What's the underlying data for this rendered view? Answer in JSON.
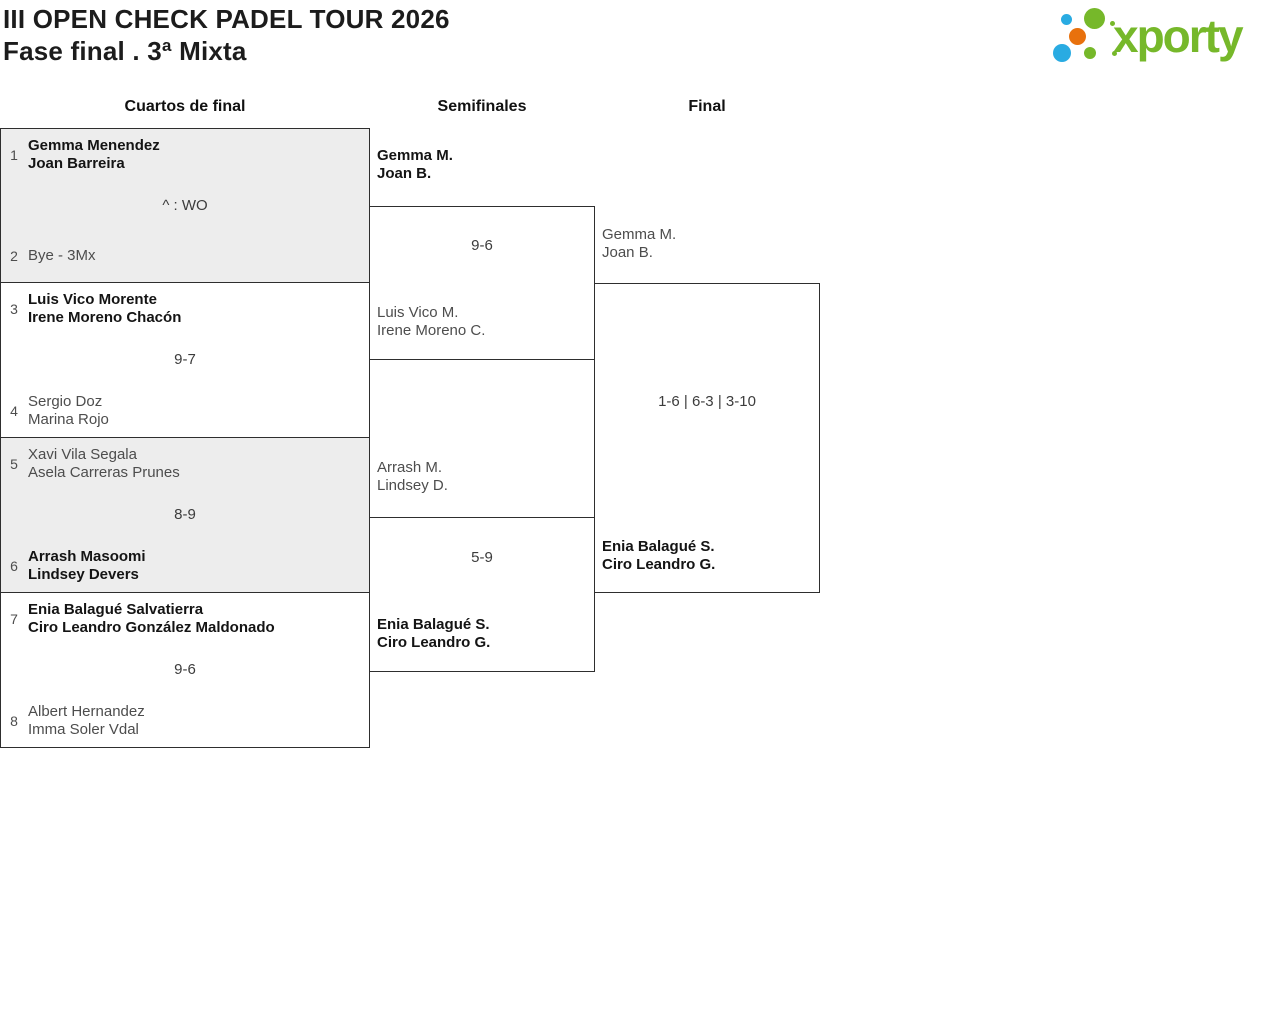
{
  "header": {
    "title": "III OPEN CHECK PADEL TOUR 2026",
    "subtitle": "Fase final . 3ª Mixta",
    "logo": {
      "text": "xporty",
      "colors": {
        "green": "#76b82a",
        "blue": "#29abe2",
        "orange": "#e8710d"
      }
    }
  },
  "bracket": {
    "rounds": [
      {
        "title": "Cuartos de final",
        "matches": [
          {
            "seed_top": "1",
            "team_top": [
              "Gemma Menendez",
              "Joan Barreira"
            ],
            "score": "^ : WO",
            "seed_bottom": "2",
            "team_bottom": [
              "Bye - 3Mx"
            ],
            "winner": "top"
          },
          {
            "seed_top": "3",
            "team_top": [
              "Luis Vico Morente",
              "Irene Moreno Chacón"
            ],
            "score": "9-7",
            "seed_bottom": "4",
            "team_bottom": [
              "Sergio Doz",
              "Marina Rojo"
            ],
            "winner": "top"
          },
          {
            "seed_top": "5",
            "team_top": [
              "Xavi Vila Segala",
              "Asela Carreras Prunes"
            ],
            "score": "8-9",
            "seed_bottom": "6",
            "team_bottom": [
              "Arrash Masoomi",
              "Lindsey Devers"
            ],
            "winner": "bottom"
          },
          {
            "seed_top": "7",
            "team_top": [
              "Enia Balagué Salvatierra",
              "Ciro Leandro González Maldonado"
            ],
            "score": "9-6",
            "seed_bottom": "8",
            "team_bottom": [
              "Albert Hernandez",
              "Imma Soler Vdal"
            ],
            "winner": "top"
          }
        ]
      },
      {
        "title": "Semifinales",
        "matches": [
          {
            "team_top": [
              "Gemma M.",
              "Joan B."
            ],
            "score": "9-6",
            "team_bottom": [
              "Luis Vico M.",
              "Irene Moreno C."
            ],
            "winner": "top"
          },
          {
            "team_top": [
              "Arrash M.",
              "Lindsey D."
            ],
            "score": "5-9",
            "team_bottom": [
              "Enia Balagué S.",
              "Ciro Leandro G."
            ],
            "winner": "bottom"
          }
        ]
      },
      {
        "title": "Final",
        "matches": [
          {
            "team_top": [
              "Gemma M.",
              "Joan B."
            ],
            "score": "1-6 | 6-3 | 3-10",
            "team_bottom": [
              "Enia Balagué S.",
              "Ciro Leandro G."
            ],
            "winner": "bottom"
          }
        ]
      }
    ]
  }
}
